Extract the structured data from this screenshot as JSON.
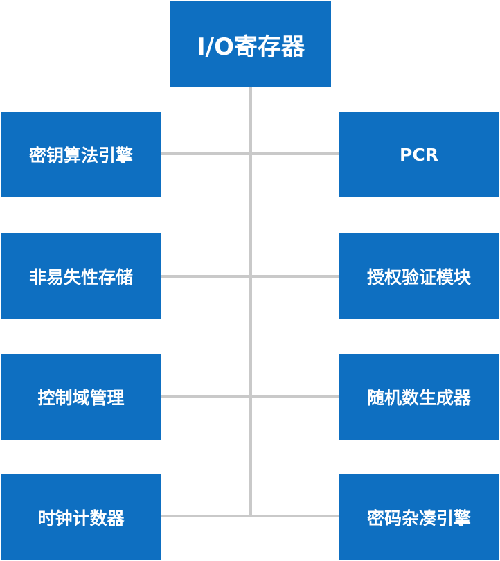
{
  "diagram": {
    "root": {
      "label": "I/O寄存器"
    },
    "left_nodes": [
      {
        "label": "密钥算法引擎"
      },
      {
        "label": "非易失性存储"
      },
      {
        "label": "控制域管理"
      },
      {
        "label": "时钟计数器"
      }
    ],
    "right_nodes": [
      {
        "label": "PCR"
      },
      {
        "label": "授权验证模块"
      },
      {
        "label": "随机数生成器"
      },
      {
        "label": "密码杂凑引擎"
      }
    ],
    "colors": {
      "box_fill": "#0e6fc1",
      "box_text": "#ffffff",
      "connector": "#c9c9c9"
    }
  }
}
